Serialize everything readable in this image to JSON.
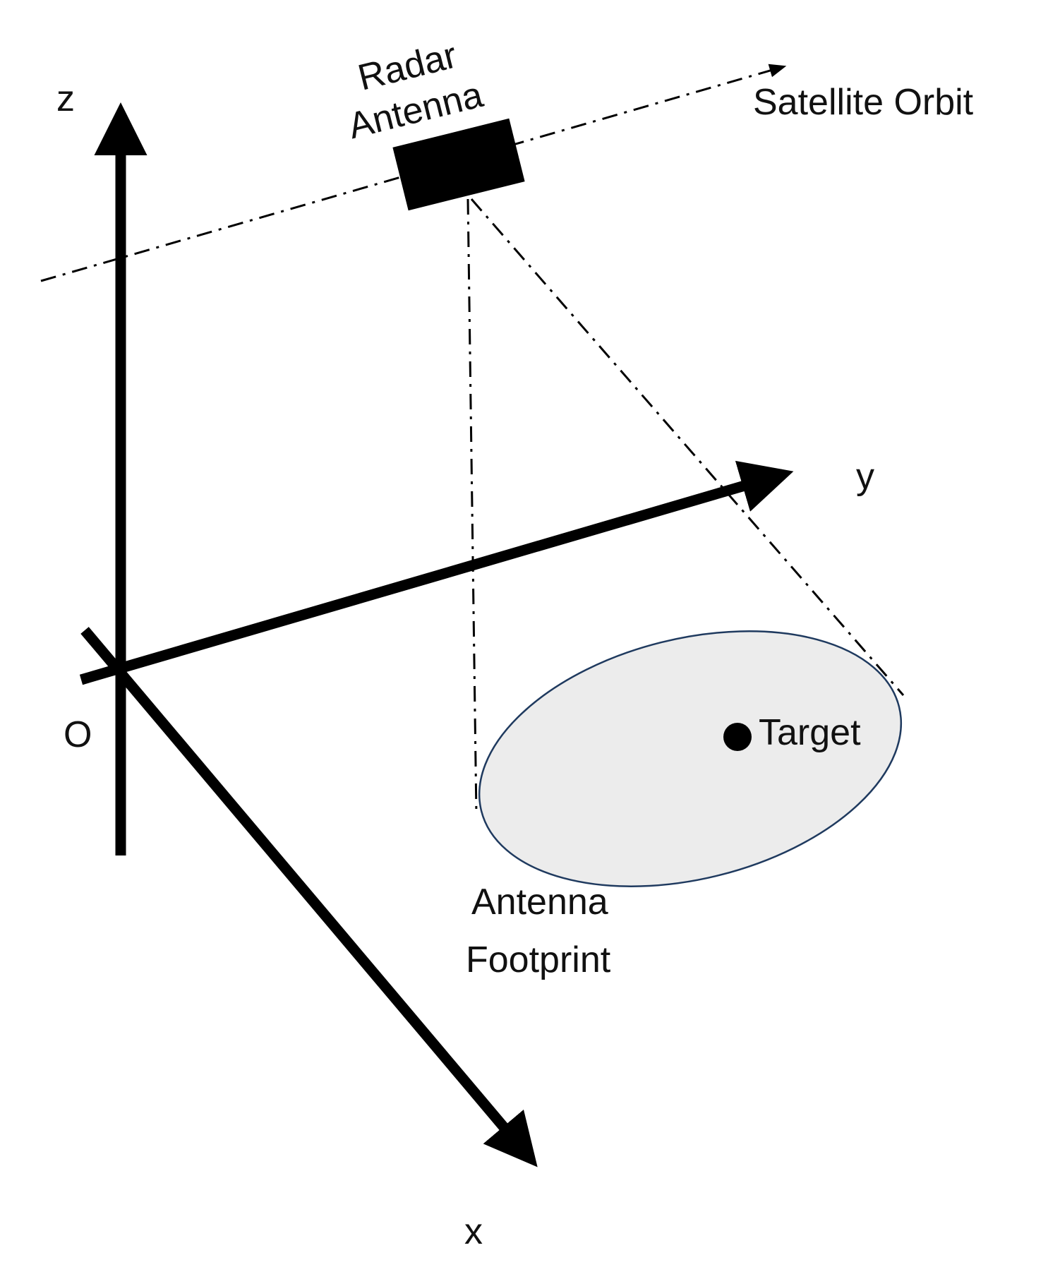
{
  "labels": {
    "radar_antenna_line1": "Radar",
    "radar_antenna_line2": "Antenna",
    "satellite_orbit": "Satellite Orbit",
    "target": "Target",
    "antenna_footprint_line1": "Antenna",
    "antenna_footprint_line2": "Footprint",
    "axis_x": "x",
    "axis_y": "y",
    "axis_z": "z",
    "origin": "O"
  },
  "colors": {
    "stroke": "#000000",
    "footprint_fill": "#ececec",
    "footprint_edge": "#1f3a5f"
  }
}
